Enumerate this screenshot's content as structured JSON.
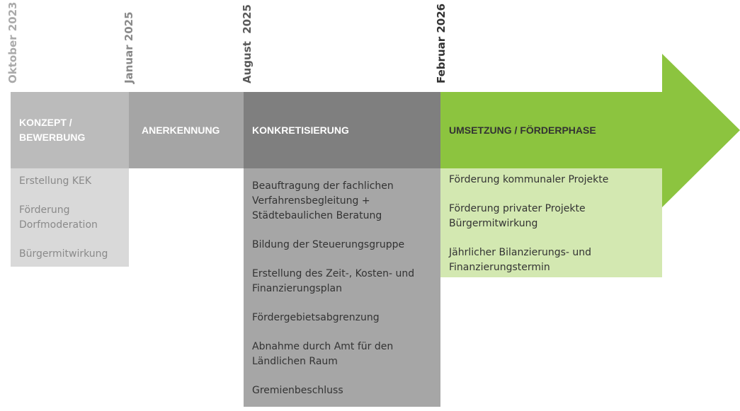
{
  "dates": [
    "Oktober 2023",
    "Januar 2025",
    "August  2025",
    "Februar 2026"
  ],
  "phases": [
    {
      "title": "KONZEPT / BEWERBUNG",
      "items": [
        "Erstellung KEK",
        "Förderung Dorfmoderation",
        "Bürgermitwirkung"
      ]
    },
    {
      "title": "ANERKENNUNG",
      "items": []
    },
    {
      "title": "KONKRETISIERUNG",
      "items": [
        "Beauftragung der fachlichen Verfahrensbegleitung + Städtebaulichen Beratung",
        "Bildung der Steuerungsgruppe",
        "Erstellung des Zeit-, Kosten- und Finanzierungsplan",
        "Fördergebietsabgrenzung",
        "Abnahme durch Amt für den Ländlichen Raum",
        "Gremienbeschluss"
      ]
    },
    {
      "title": "UMSETZUNG / FÖRDERPHASE",
      "items": [
        "Förderung kommunaler Projekte",
        "Förderung privater Projekte Bürgermitwirkung",
        "Jährlicher Bilanzierungs- und Finanzierungstermin"
      ]
    }
  ],
  "colors": {
    "green": "#8cc43f",
    "light_green": "#d3e8b1"
  }
}
